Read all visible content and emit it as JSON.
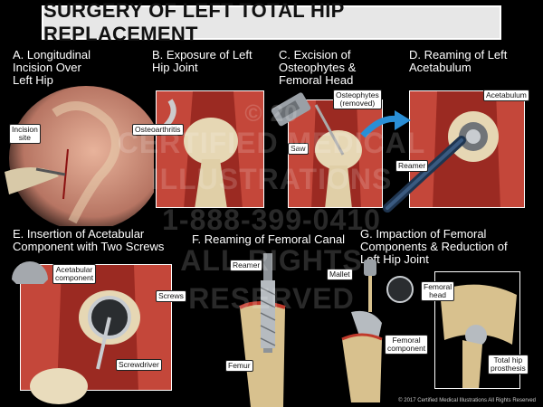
{
  "title": "SURGERY OF LEFT TOTAL HIP REPLACEMENT",
  "panels": {
    "a": {
      "caption": "A. Longitudinal\nIncision Over\nLeft Hip",
      "labels": {
        "incision_site": "Incision\nsite"
      }
    },
    "b": {
      "caption": "B. Exposure of Left\nHip Joint",
      "labels": {
        "osteoarthritis": "Osteoarthritis"
      }
    },
    "c": {
      "caption": "C. Excision of\nOsteophytes &\nFemoral Head",
      "labels": {
        "osteophytes": "Osteophytes\n(removed)",
        "saw": "Saw"
      }
    },
    "d": {
      "caption": "D. Reaming of Left\nAcetabulum",
      "labels": {
        "acetabulum": "Acetabulum",
        "reamer": "Reamer"
      }
    },
    "e": {
      "caption": "E. Insertion of Acetabular\nComponent with Two Screws",
      "labels": {
        "acetabular_component": "Acetabular\ncomponent",
        "screws": "Screws",
        "screwdriver": "Screwdriver"
      }
    },
    "f": {
      "caption": "F. Reaming of Femoral Canal",
      "labels": {
        "reamer": "Reamer",
        "femur": "Femur"
      }
    },
    "g": {
      "caption": "G. Impaction of Femoral\nComponents & Reduction of\nLeft Hip Joint",
      "labels": {
        "mallet": "Mallet",
        "femoral_head": "Femoral\nhead",
        "femoral_component": "Femoral\ncomponent",
        "total_hip_prosthesis": "Total hip\nprosthesis"
      }
    }
  },
  "watermark": {
    "line1": "© 20",
    "line2": "CERTIFIED MEDICAL",
    "line3": "ILLUSTRATIONS",
    "line4": "1-888-399-0410",
    "line5": "ALL RIGHTS",
    "line6": "RESERVED"
  },
  "copyright": "© 2017 Certified Medical Illustrations All Rights Reserved",
  "colors": {
    "background": "#000000",
    "title_bar": "#e7e7e7",
    "tissue_red": "#b8372d",
    "bone": "#e6d7b4",
    "arrow_blue": "#2a8fd6"
  }
}
